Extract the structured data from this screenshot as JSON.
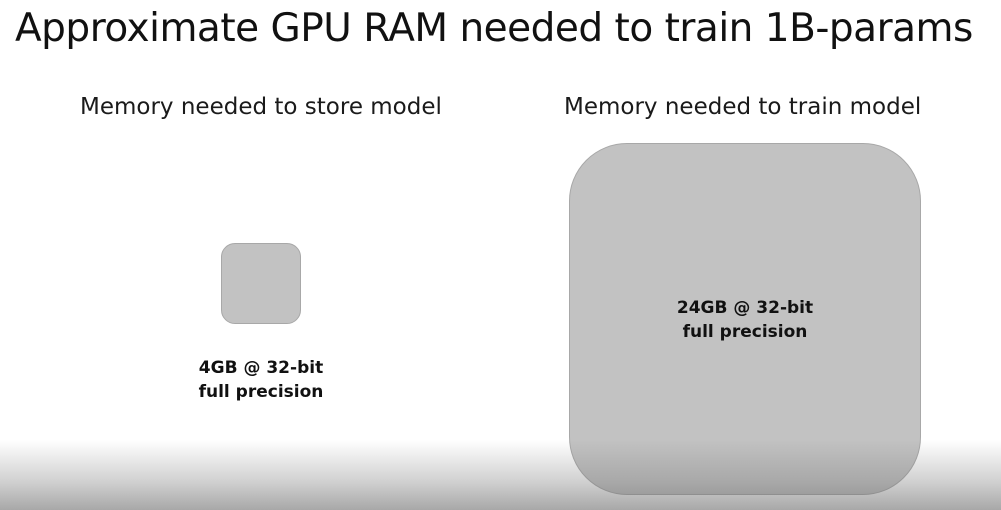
{
  "slide": {
    "title": "Approximate GPU RAM needed to train 1B-params",
    "left_panel": {
      "heading": "Memory needed to store model",
      "caption_line1": "4GB @ 32-bit",
      "caption_line2": "full precision",
      "memory_gb": 4
    },
    "right_panel": {
      "heading": "Memory needed to train  model",
      "caption_line1": "24GB @ 32-bit",
      "caption_line2": "full precision",
      "memory_gb": 24
    },
    "colors": {
      "box_fill": "#c2c2c2",
      "box_border": "#a8a8a8",
      "text": "#111111"
    }
  }
}
